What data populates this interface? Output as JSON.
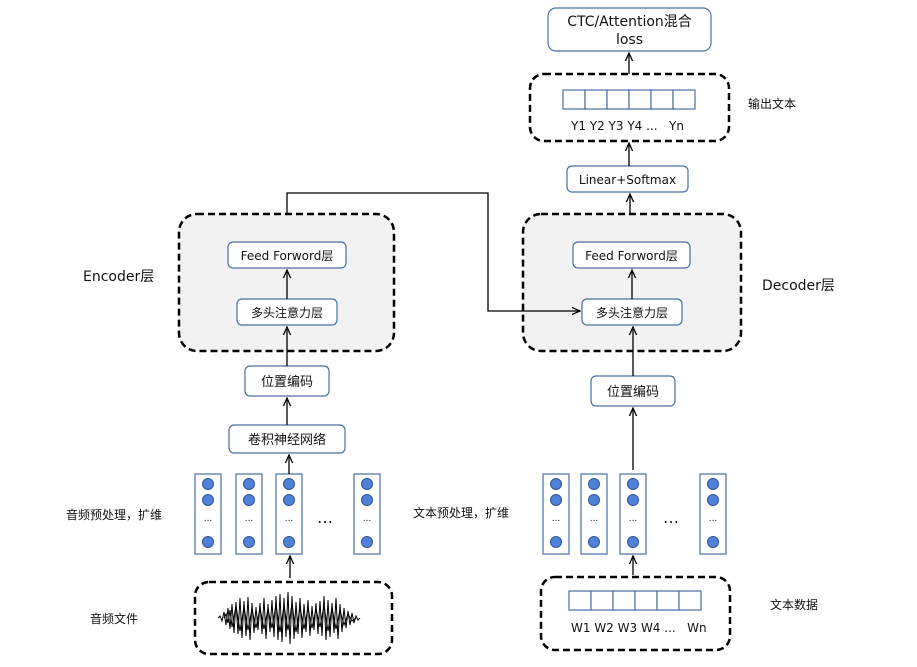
{
  "encoder": {
    "layer_label": "Encoder层",
    "feed_forward": "Feed Forword层",
    "attention": "多头注意力层",
    "pos_encoding": "位置编码",
    "cnn": "卷积神经网络",
    "preprocess_label": "音频预处理，扩维",
    "audio_label": "音频文件"
  },
  "decoder": {
    "layer_label": "Decoder层",
    "feed_forward": "Feed Forword层",
    "attention": "多头注意力层",
    "pos_encoding": "位置编码",
    "linear_softmax": "Linear+Softmax",
    "preprocess_label": "文本预处理，扩维",
    "text_data_label": "文本数据",
    "input_tokens": "W1 W2 W3 W4 ...   Wn",
    "output_label": "输出文本",
    "output_tokens": "Y1 Y2 Y3 Y4 ...   Yn"
  },
  "loss": {
    "line1": "CTC/Attention混合",
    "line2": "loss"
  },
  "vector_dots": "...",
  "ellipsis": "…",
  "colors": {
    "box_border": "#4a6fa5",
    "dot_fill": "#4f81d9",
    "dot_stroke": "#2f5597",
    "layer_fill": "#f2f2f2",
    "line": "#000000"
  }
}
